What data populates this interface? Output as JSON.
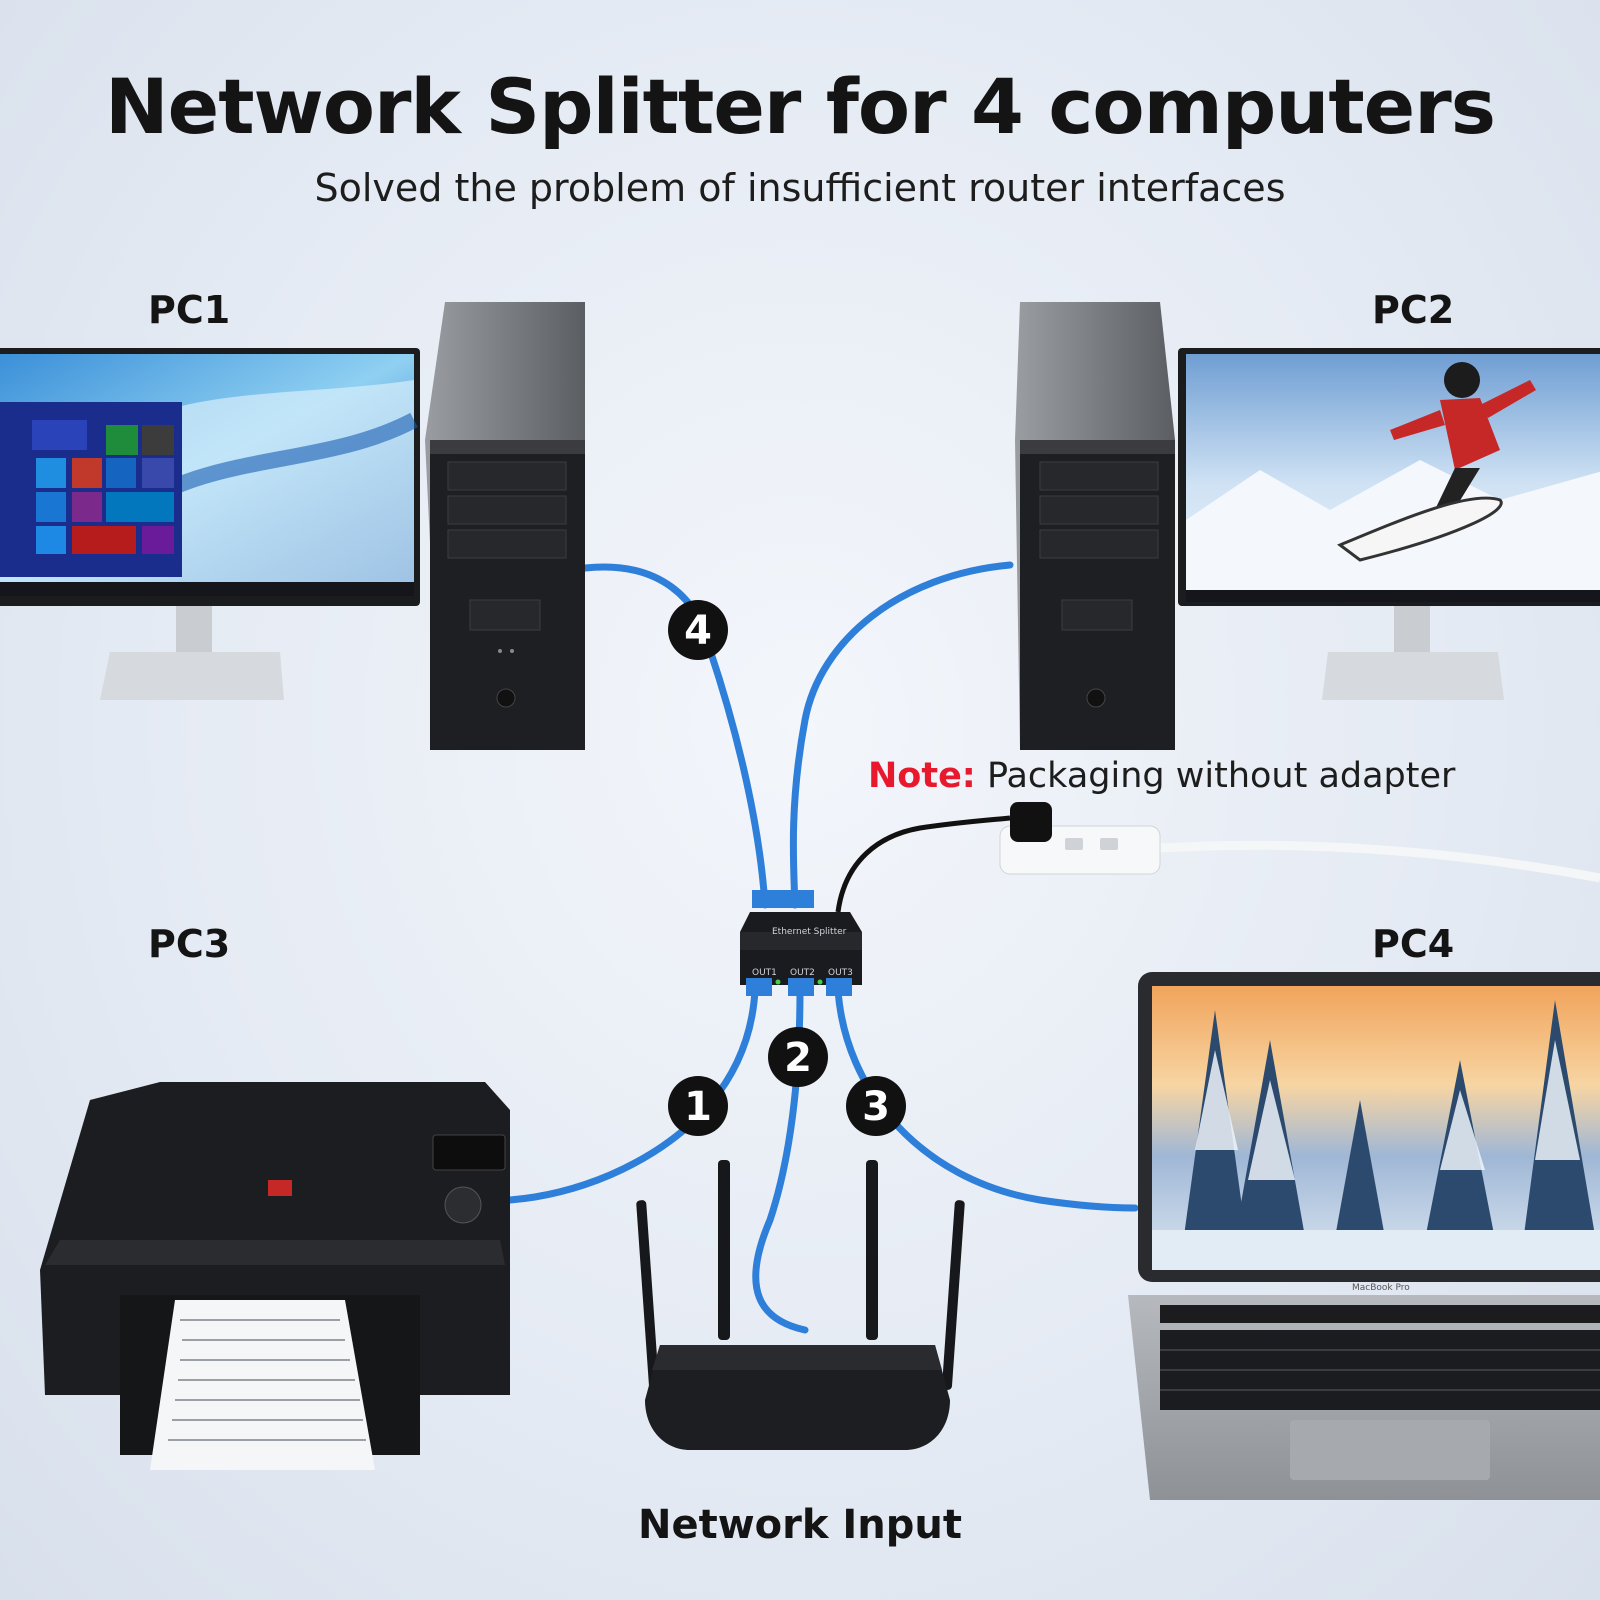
{
  "header": {
    "title": "Network Splitter for 4 computers",
    "subtitle": "Solved the problem of insufficient router interfaces"
  },
  "devices": {
    "pc1": "PC1",
    "pc2": "PC2",
    "pc3": "PC3",
    "pc4": "PC4",
    "network_input": "Network Input"
  },
  "note": {
    "prefix": "Note:",
    "text": "Packaging without adapter"
  },
  "ports": [
    "1",
    "2",
    "3",
    "4"
  ],
  "splitter": {
    "label": "Ethernet Splitter",
    "out_labels": [
      "OUT1",
      "OUT2",
      "OUT3"
    ]
  },
  "laptop": {
    "brand": "MacBook Pro"
  },
  "colors": {
    "cable": "#2e7fd9",
    "note_accent": "#e8192c",
    "device_dark": "#1e1f22"
  }
}
